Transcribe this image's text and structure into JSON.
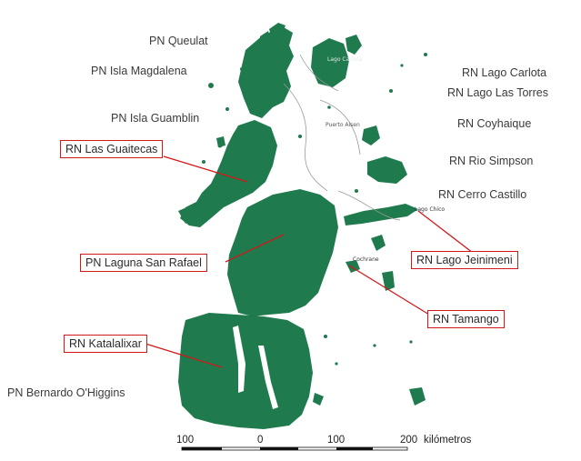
{
  "colors": {
    "land": "#1f7a4d",
    "land_light": "#2d8a5a",
    "callout": "#d01919",
    "label_text": "#3a3a3a",
    "background": "#ffffff"
  },
  "protected_areas": {
    "pn_queulat": "PN Queulat",
    "pn_isla_magdalena": "PN Isla Magdalena",
    "pn_isla_guamblin": "PN Isla Guamblin",
    "rn_lago_carlota": "RN Lago Carlota",
    "rn_lago_las_torres": "RN Lago Las Torres",
    "rn_coyhaique": "RN Coyhaique",
    "rn_rio_simpson": "RN Rio Simpson",
    "rn_cerro_castillo": "RN Cerro Castillo",
    "pn_bernardo_ohiggins": "PN Bernardo O'Higgins"
  },
  "highlighted": {
    "rn_las_guaitecas": "RN Las Guaitecas",
    "pn_laguna_san_rafael": "PN Laguna San Rafael",
    "rn_lago_jeinimeni": "RN Lago Jeinimeni",
    "rn_tamango": "RN Tamango",
    "rn_katalalixar": "RN Katalalixar"
  },
  "place_names": {
    "lago_chico": "Lago Chico",
    "cochrane": "Cochrane",
    "puerto_aisen": "Puerto Aisen",
    "lago_carlota_town": "Lago Carlota"
  },
  "scale_bar": {
    "ticks": [
      "100",
      "0",
      "100",
      "200"
    ],
    "unit": "kilómetros"
  }
}
